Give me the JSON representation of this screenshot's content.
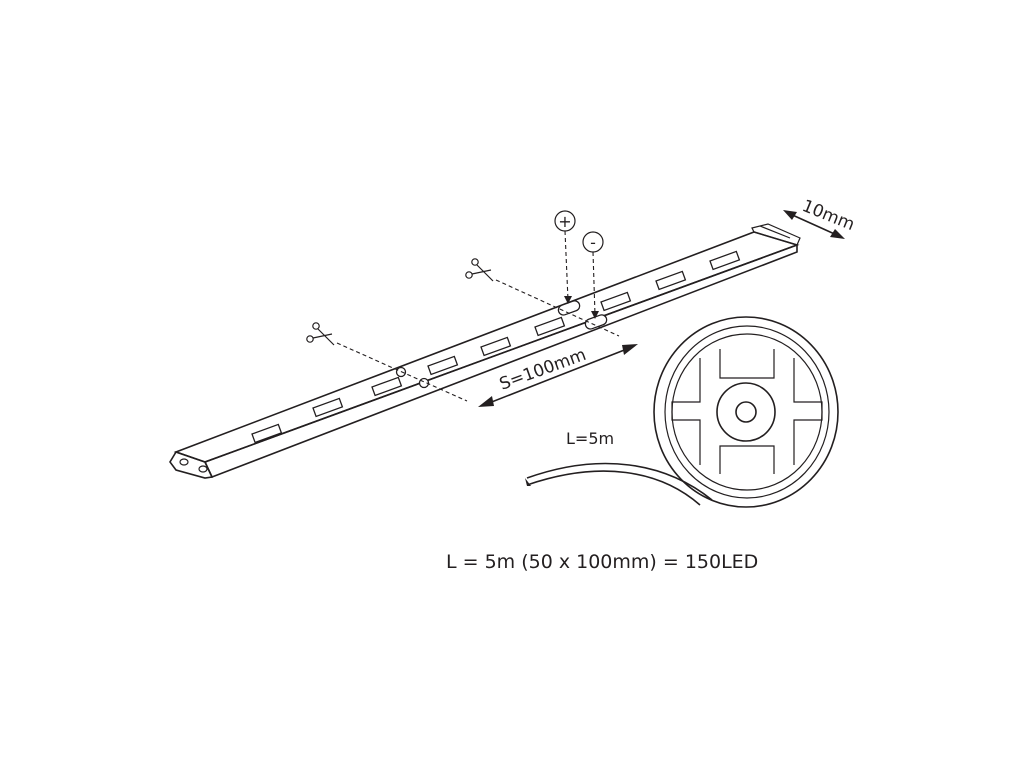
{
  "labels": {
    "width": "10mm",
    "spacing": "S=100mm",
    "length": "L=5m",
    "plus": "+",
    "minus": "-",
    "formula": "L = 5m (50 x 100mm) = 150LED"
  },
  "colors": {
    "line": "#231f20",
    "background": "#ffffff"
  },
  "icons": [
    "scissors-icon",
    "scissors-icon",
    "plus-terminal-icon",
    "minus-terminal-icon",
    "connector-icon",
    "reel-icon"
  ]
}
